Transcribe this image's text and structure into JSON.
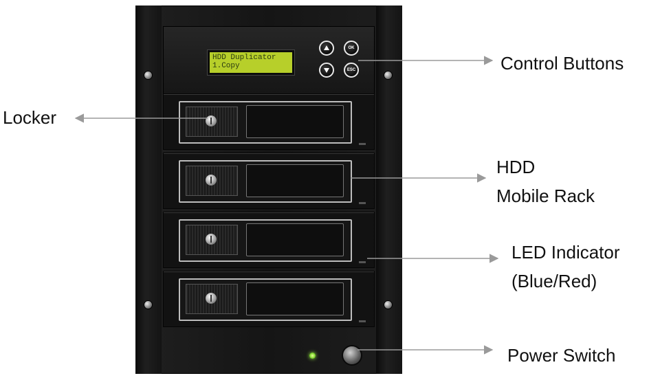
{
  "lcd": {
    "line1": "HDD Duplicator",
    "line2": "1.Copy"
  },
  "buttons": {
    "ok": "OK",
    "esc": "ESC"
  },
  "labels": {
    "control_buttons": "Control Buttons",
    "locker": "Locker",
    "hdd_line1": "HDD",
    "hdd_line2": "Mobile Rack",
    "led_line1": "LED Indicator",
    "led_line2": "(Blue/Red)",
    "power_switch": "Power Switch"
  },
  "colors": {
    "lcd": "#b7cf2a",
    "power_led": "#7bd32a",
    "arrow": "#9a9a9a"
  },
  "icons": [
    "up-arrow-icon",
    "down-arrow-icon",
    "keyhole-icon",
    "power-icon"
  ]
}
